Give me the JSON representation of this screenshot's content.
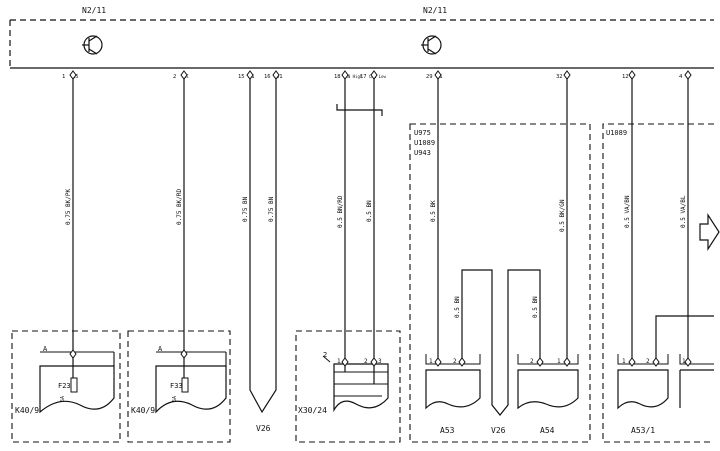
{
  "header": {
    "module_left": "N2/11",
    "module_right": "N2/11"
  },
  "pins": [
    {
      "num": "1",
      "sig": "15"
    },
    {
      "num": "2",
      "sig": "DK"
    },
    {
      "num": "15",
      "sig": "31"
    },
    {
      "num": "16",
      "sig": "31"
    },
    {
      "num": "18",
      "sig": "CAN High"
    },
    {
      "num": "17",
      "sig": "CAN Low"
    },
    {
      "num": "29",
      "sig": "31"
    },
    {
      "num": "32",
      "sig": ""
    },
    {
      "num": "12",
      "sig": ""
    },
    {
      "num": "4",
      "sig": ""
    }
  ],
  "wires": [
    {
      "label": "0.75 BK/PK"
    },
    {
      "label": "0.75 BK/RD"
    },
    {
      "label": "0.75 BN"
    },
    {
      "label": "0.75 BN"
    },
    {
      "label": "0.5 BN/RD"
    },
    {
      "label": "0.5 BN"
    },
    {
      "label": "0.5 BK"
    },
    {
      "label": "0.5 BK/GN"
    },
    {
      "label": "0.5 VA/BN"
    },
    {
      "label": "0.5 VA/BL"
    }
  ],
  "inner_wires": [
    {
      "label": "0.5 BN"
    },
    {
      "label": "0.5 BN"
    }
  ],
  "variant_boxes": {
    "a": [
      "U975",
      "U1089",
      "U943"
    ],
    "b": [
      "U1089"
    ]
  },
  "components": {
    "k40_left": {
      "name": "K40/9",
      "fuse": "F23",
      "marker": "A",
      "amp": "5A"
    },
    "k40_right": {
      "name": "K40/9",
      "fuse": "F33",
      "marker": "A",
      "amp": "5A"
    },
    "x30": {
      "name": "X30/24",
      "callout": "2",
      "pins": [
        "1",
        "2",
        "3"
      ]
    },
    "ground_v26_left": "V26",
    "ground_v26_mid": "V26",
    "a53": {
      "name": "A53",
      "pins": [
        "1",
        "2"
      ]
    },
    "a54": {
      "name": "A54",
      "pins": [
        "2",
        "1"
      ]
    },
    "a53_1": {
      "name": "A53/1",
      "pins": [
        "1",
        "2",
        "1"
      ]
    }
  }
}
